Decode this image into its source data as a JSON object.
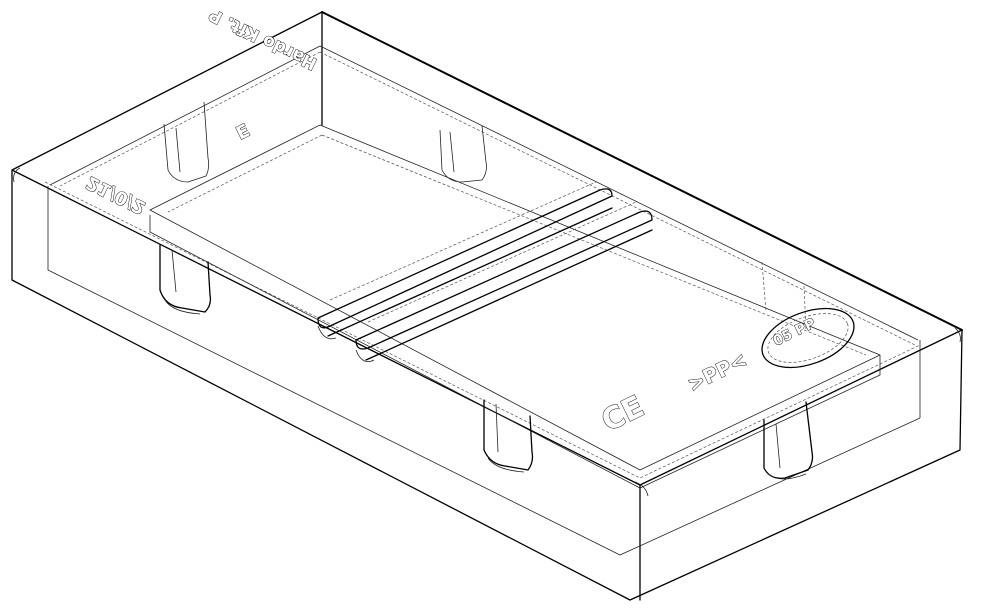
{
  "drawing": {
    "top_marking": "Hardo Kft. P",
    "side_code": "21/0/2",
    "center_marking": "E",
    "ce_mark": "CE",
    "pp_mark": ">PP<",
    "recycle_code": "05 PP"
  }
}
